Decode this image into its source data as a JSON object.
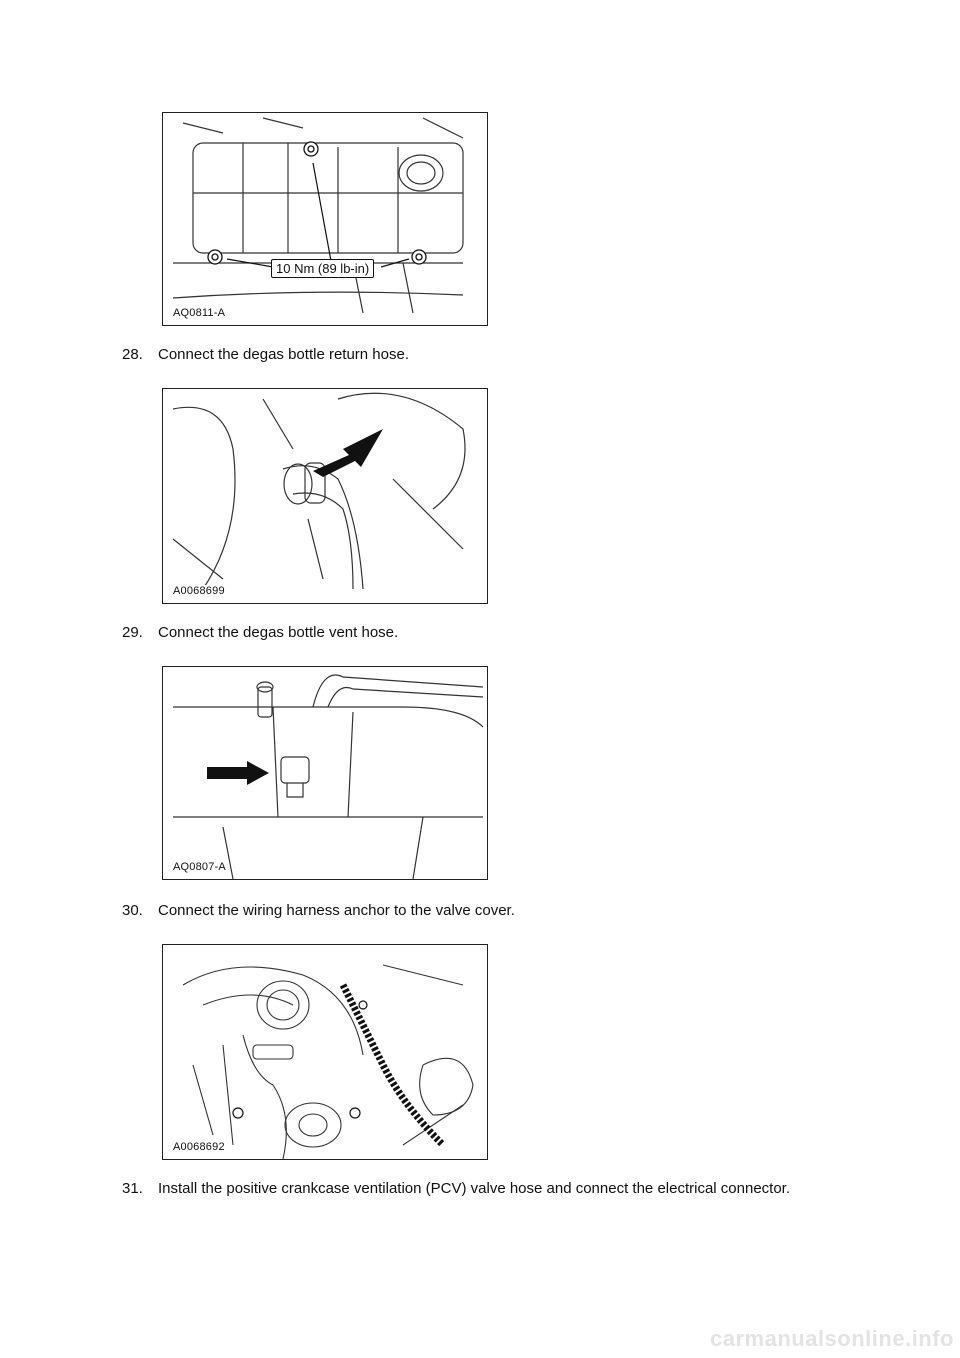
{
  "figures": [
    {
      "code": "AQ0811-A",
      "callout": "10 Nm (89 lb-in)"
    },
    {
      "code": "A0068699"
    },
    {
      "code": "AQ0807-A"
    },
    {
      "code": "A0068692"
    }
  ],
  "steps": [
    {
      "number": "28.",
      "text": "Connect the degas bottle return hose."
    },
    {
      "number": "29.",
      "text": "Connect the degas bottle vent hose."
    },
    {
      "number": "30.",
      "text": "Connect the wiring harness anchor to the valve cover."
    },
    {
      "number": "31.",
      "text": "Install the positive crankcase ventilation (PCV) valve hose and connect the electrical connector."
    }
  ],
  "watermark": "carmanualsonline.info"
}
